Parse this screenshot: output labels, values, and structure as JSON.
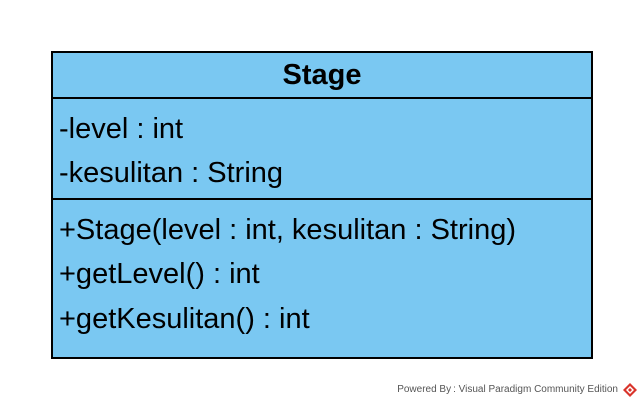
{
  "diagram": {
    "class_name": "Stage",
    "attributes": [
      "-level : int",
      "-kesulitan : String"
    ],
    "operations": [
      "+Stage(level : int, kesulitan : String)",
      "+getLevel() : int",
      "+getKesulitan() : int"
    ],
    "fill_color": "#7ac8f2",
    "border_color": "#000000"
  },
  "footer": {
    "text": "Powered By : Visual Paradigm Community Edition",
    "logo_icon": "visual-paradigm-logo-icon"
  }
}
